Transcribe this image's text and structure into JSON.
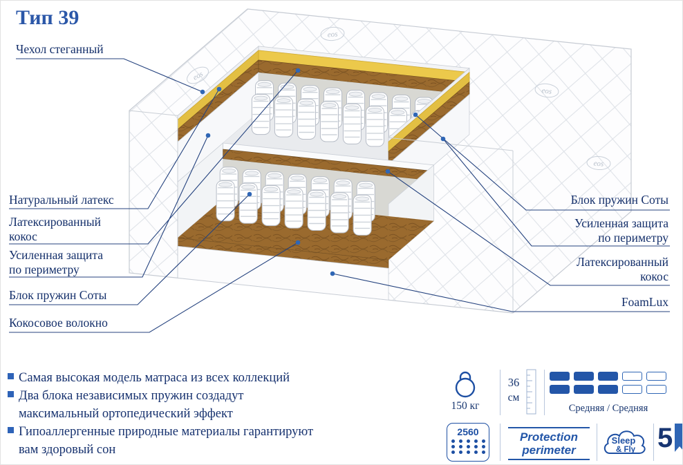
{
  "title": "Тип 39",
  "fabric_logo": "eos",
  "diagram": {
    "labels_left": [
      {
        "text": "Чехол стеганный"
      },
      {
        "text": "Натуральный латекс"
      },
      {
        "text": "Латексированный кокос"
      },
      {
        "text": "Усиленная защита по периметру"
      },
      {
        "text": "Блок пружин Соты"
      },
      {
        "text": "Кокосовое волокно"
      }
    ],
    "labels_right": [
      {
        "text": "Блок пружин Соты"
      },
      {
        "text": "Усиленная защита по периметру"
      },
      {
        "text": "Латексированный кокос"
      },
      {
        "text": "FoamLux"
      }
    ]
  },
  "features": [
    {
      "line1": "Самая высокая модель матраса из всех коллекций",
      "line2": ""
    },
    {
      "line1": "Два блока независимых пружин создадут",
      "line2": "максимальный ортопедический эффект"
    },
    {
      "line1": "Гипоаллергенные природные материалы гарантируют",
      "line2": "вам здоровый сон"
    }
  ],
  "specs": {
    "max_weight": "150 кг",
    "height_value": "36",
    "height_unit": "см",
    "firmness_label": "Средняя / Средняя",
    "firmness_filled": 3,
    "firmness_total": 5,
    "springs_count": "2560",
    "protection_line1": "Protection",
    "protection_line2": "perimeter",
    "brand_line1": "Sleep",
    "brand_line2": "& Fly",
    "warranty_years": "5"
  },
  "colors": {
    "accent_blue": "#2b57a8",
    "navy_text": "#15306b",
    "latex_yellow": "#ecc94b",
    "coir_brown": "#9a6a2e"
  }
}
